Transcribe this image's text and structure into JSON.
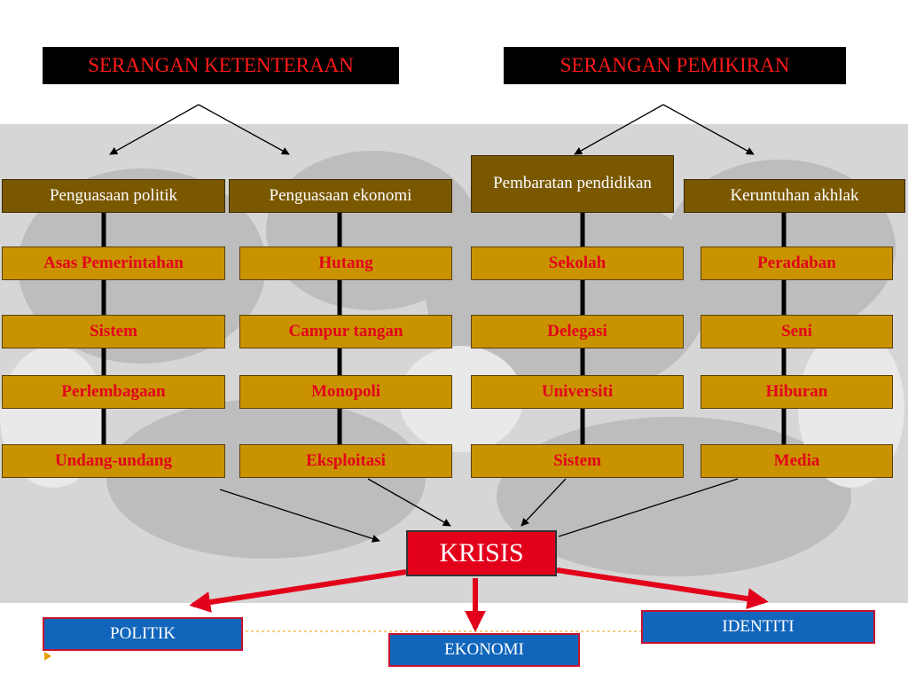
{
  "colors": {
    "header_bg": "#000000",
    "header_text": "#ff1a1a",
    "category_bg": "#7a5800",
    "item_bg": "#c99300",
    "item_text": "#e3001b",
    "crisis_bg": "#e3001b",
    "outcome_bg": "#1166bb",
    "arrow_red": "#e3001b"
  },
  "headers": {
    "ketenteraan": "SERANGAN KETENTERAAN",
    "pemikiran": "SERANGAN PEMIKIRAN"
  },
  "columns": [
    {
      "title": "Penguasaan politik",
      "items": [
        "Asas Pemerintahan",
        "Sistem",
        "Perlembagaan",
        "Undang-undang"
      ]
    },
    {
      "title": "Penguasaan ekonomi",
      "items": [
        "Hutang",
        "Campur tangan",
        "Monopoli",
        "Eksploitasi"
      ]
    },
    {
      "title": "Pembaratan pendidikan",
      "items": [
        "Sekolah",
        "Delegasi",
        "Universiti",
        "Sistem"
      ]
    },
    {
      "title": "Keruntuhan akhlak",
      "items": [
        "Peradaban",
        "Seni",
        "Hiburan",
        "Media"
      ]
    }
  ],
  "crisis": "KRISIS",
  "outcomes": {
    "politik": "POLITIK",
    "ekonomi": "EKONOMI",
    "identiti": "IDENTITI"
  }
}
